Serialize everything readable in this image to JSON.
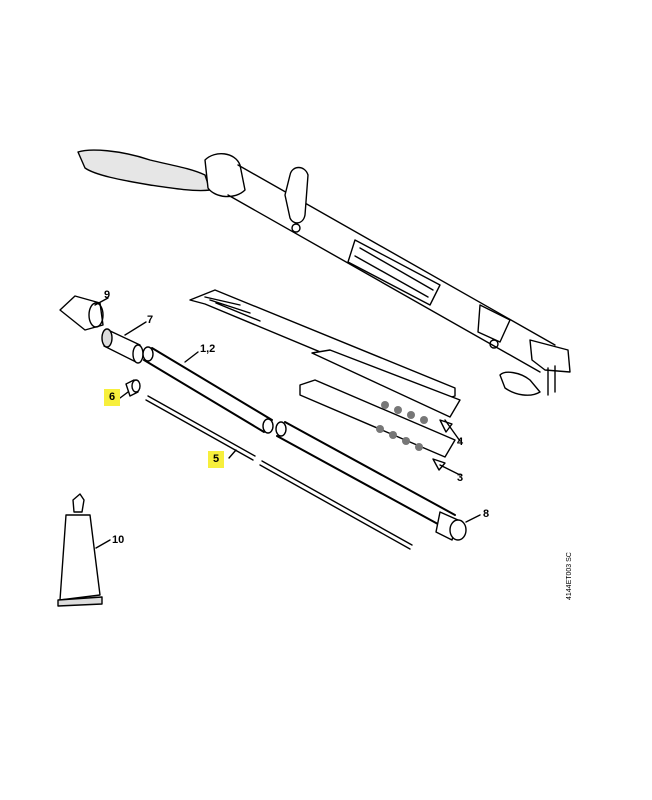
{
  "diagram": {
    "callouts": [
      {
        "id": "9",
        "label": "9",
        "highlighted": false
      },
      {
        "id": "7",
        "label": "7",
        "highlighted": false
      },
      {
        "id": "1-2",
        "label": "1,2",
        "highlighted": false
      },
      {
        "id": "6",
        "label": "6",
        "highlighted": true
      },
      {
        "id": "5",
        "label": "5",
        "highlighted": true
      },
      {
        "id": "4",
        "label": "4",
        "highlighted": false
      },
      {
        "id": "3",
        "label": "3",
        "highlighted": false
      },
      {
        "id": "8",
        "label": "8",
        "highlighted": false
      },
      {
        "id": "10",
        "label": "10",
        "highlighted": false
      }
    ],
    "reference_code": "4144ET003 SC",
    "highlight_color": "#f7ef3c"
  }
}
